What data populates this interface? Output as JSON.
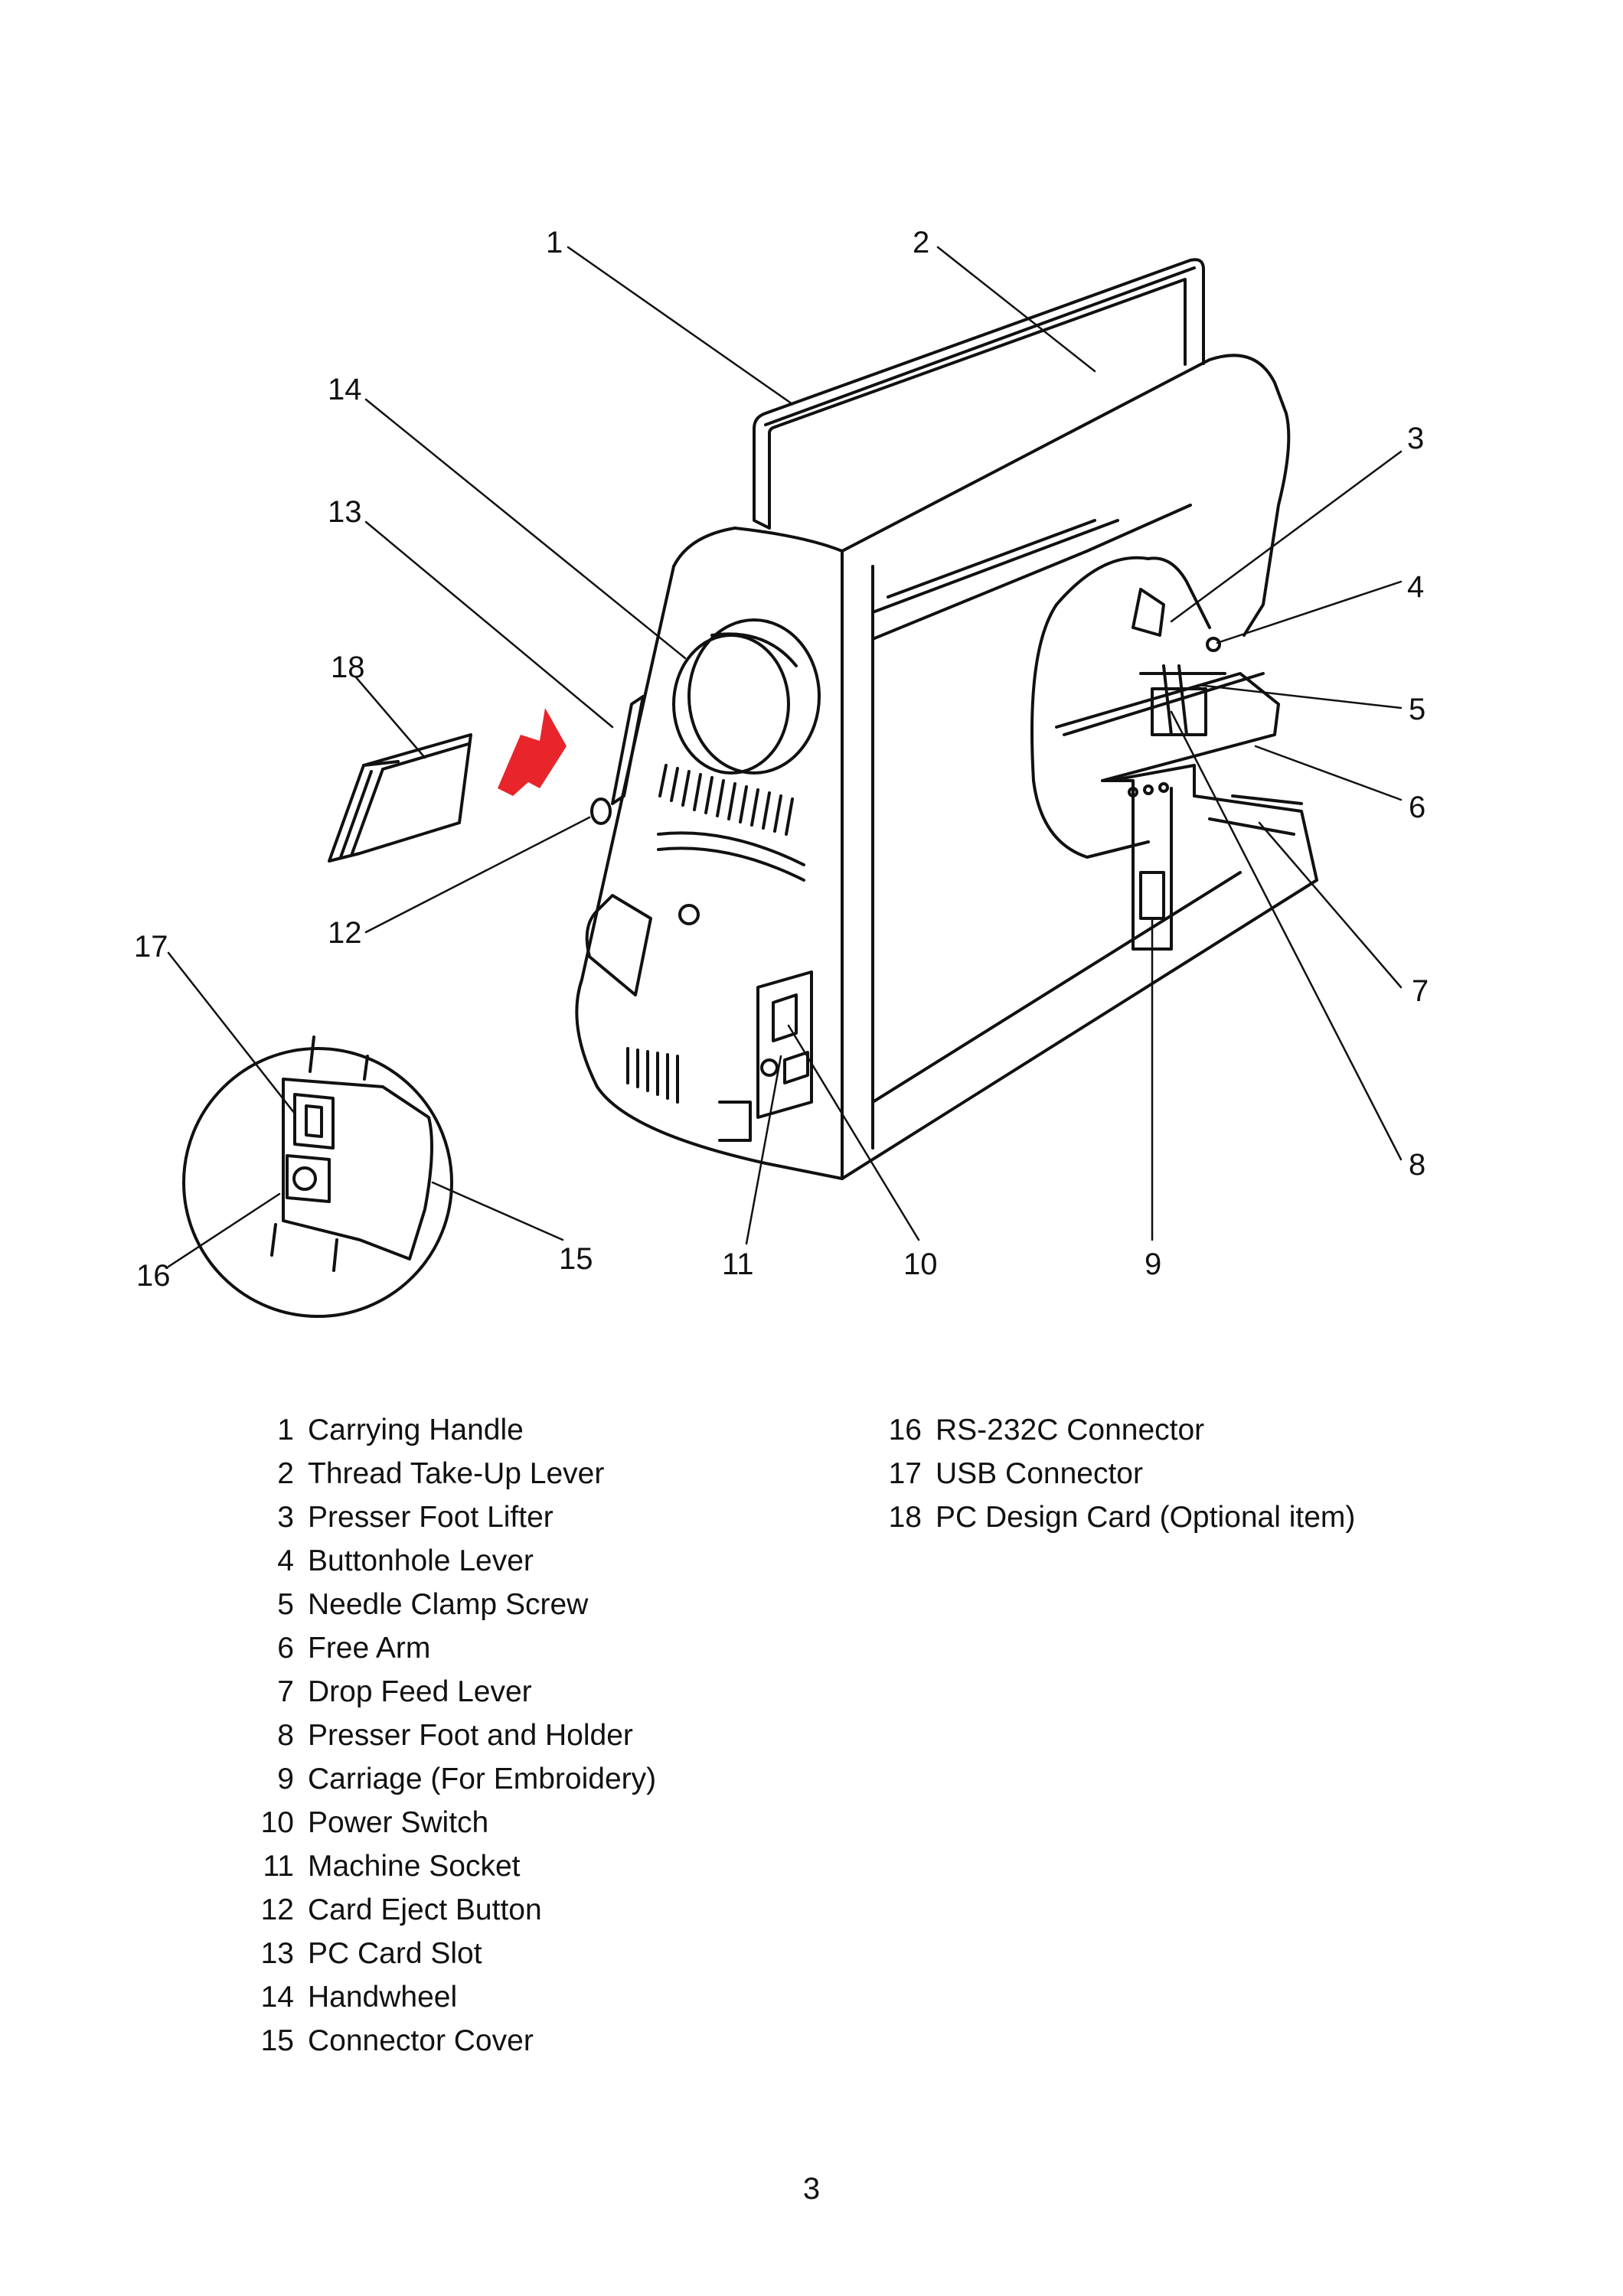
{
  "callouts": [
    "1",
    "2",
    "3",
    "4",
    "5",
    "6",
    "7",
    "8",
    "9",
    "10",
    "11",
    "12",
    "13",
    "14",
    "15",
    "16",
    "17",
    "18"
  ],
  "legend_left": [
    {
      "num": "1",
      "label": "Carrying Handle"
    },
    {
      "num": "2",
      "label": "Thread Take-Up Lever"
    },
    {
      "num": "3",
      "label": "Presser Foot Lifter"
    },
    {
      "num": "4",
      "label": "Buttonhole Lever"
    },
    {
      "num": "5",
      "label": "Needle Clamp Screw"
    },
    {
      "num": "6",
      "label": "Free Arm"
    },
    {
      "num": "7",
      "label": "Drop Feed Lever"
    },
    {
      "num": "8",
      "label": "Presser Foot and Holder"
    },
    {
      "num": "9",
      "label": "Carriage (For Embroidery)"
    },
    {
      "num": "10",
      "label": "Power Switch"
    },
    {
      "num": "11",
      "label": "Machine Socket"
    },
    {
      "num": "12",
      "label": "Card Eject Button"
    },
    {
      "num": "13",
      "label": "PC Card Slot"
    },
    {
      "num": "14",
      "label": "Handwheel"
    },
    {
      "num": "15",
      "label": "Connector Cover"
    }
  ],
  "legend_right": [
    {
      "num": "16",
      "label": "RS-232C Connector"
    },
    {
      "num": "17",
      "label": "USB Connector"
    },
    {
      "num": "18",
      "label": "PC Design Card (Optional item)"
    }
  ],
  "page_number": "3",
  "colors": {
    "arrow": "#e8252b",
    "line": "#111111"
  }
}
